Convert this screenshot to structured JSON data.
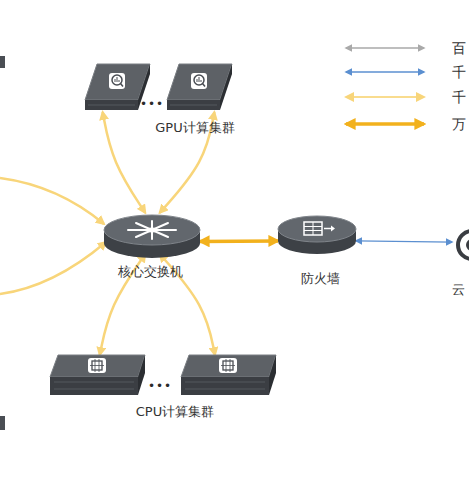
{
  "diagram": {
    "nodes": [
      {
        "text": [
          "GPU计算集群"
        ]
      },
      {
        "text": [
          "核心交换机"
        ]
      },
      {
        "text": [
          "防火墙"
        ]
      },
      {
        "text": [
          "云"
        ]
      },
      {
        "text": [
          "CPU计算集群"
        ]
      }
    ],
    "edges": [
      {
        "from": 1,
        "to": 0,
        "arrow": "both"
      },
      {
        "from": 1,
        "to": 0,
        "arrow": "both"
      },
      {
        "from": 1,
        "to": 2,
        "arrow": "both"
      },
      {
        "from": 2,
        "to": 3,
        "arrow": "both"
      },
      {
        "from": 1,
        "to": 4,
        "arrow": "both"
      },
      {
        "from": 1,
        "to": 4,
        "arrow": "both"
      }
    ],
    "labels": [
      "•••",
      "•••"
    ],
    "legend": [
      {
        "text": "百"
      },
      {
        "text": "千"
      },
      {
        "text": "千"
      },
      {
        "text": "万"
      }
    ]
  }
}
